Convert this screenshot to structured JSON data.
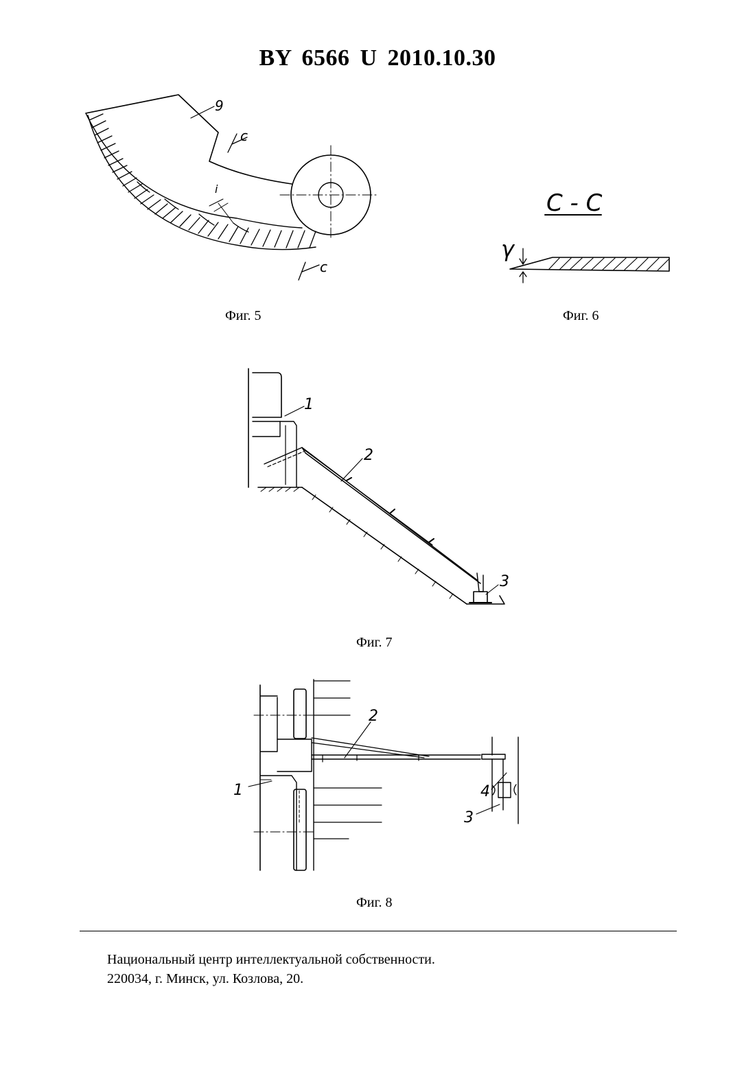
{
  "header": {
    "doc_id": "BY  6566  U  2010.10.30"
  },
  "figures": {
    "fig5": {
      "caption": "Фиг. 5",
      "labels": {
        "part": "9",
        "section_top": "c",
        "section_bottom": "c",
        "step": "i"
      }
    },
    "fig6": {
      "caption": "Фиг. 6",
      "section_title": "C - C",
      "angle_label": "γ"
    },
    "fig7": {
      "caption": "Фиг. 7",
      "labels": {
        "n1": "1",
        "n2": "2",
        "n3": "3"
      }
    },
    "fig8": {
      "caption": "Фиг. 8",
      "labels": {
        "n1": "1",
        "n2": "2",
        "n3": "3",
        "n4": "4"
      }
    }
  },
  "footer": {
    "line1": "Национальный центр интеллектуальной собственности.",
    "line2": "220034, г. Минск, ул. Козлова, 20."
  }
}
